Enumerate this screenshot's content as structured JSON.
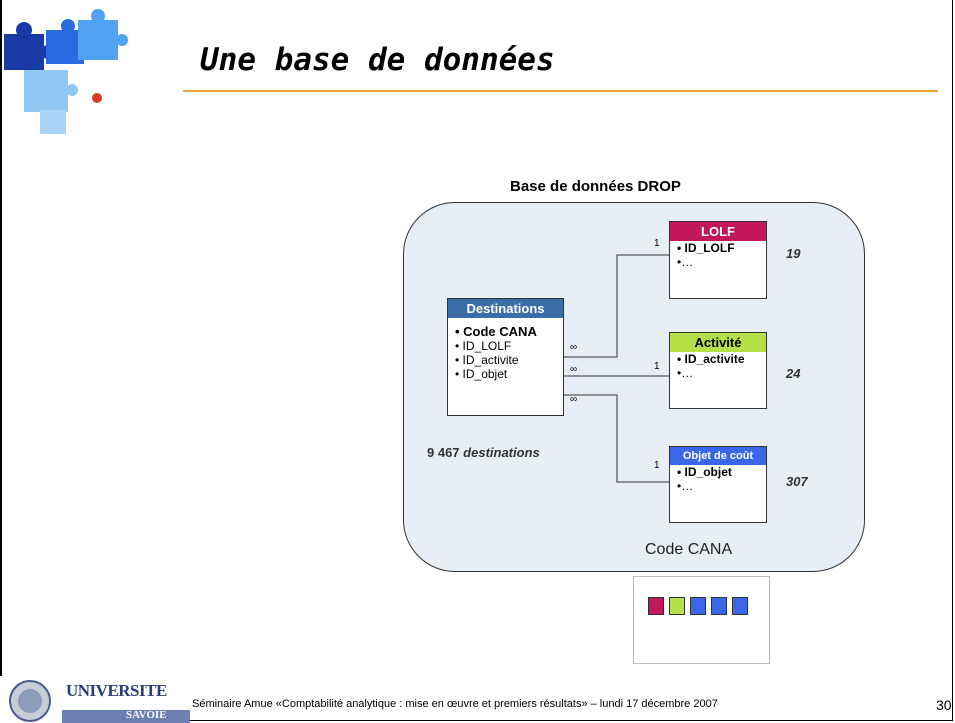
{
  "slide": {
    "title": "Une base de données"
  },
  "diagram": {
    "db_title": "Base de données DROP",
    "destinations": {
      "header": "Destinations",
      "header_color": "#3b6ea8",
      "attr_key": "• Code CANA",
      "attr_1": "• ID_LOLF",
      "attr_2": "• ID_activite",
      "attr_3": "• ID_objet"
    },
    "lolf": {
      "header": "LOLF",
      "header_color": "#c2185b",
      "attr_key": "• ID_LOLF",
      "attr_more": "•…",
      "count": "19",
      "card_one": "1",
      "card_many": "∞"
    },
    "activite": {
      "header": "Activité",
      "header_color": "#b5e048",
      "attr_key": "• ID_activite",
      "attr_more": "•…",
      "count": "24",
      "card_one": "1",
      "card_many": "∞"
    },
    "objet": {
      "header": "Objet de coût",
      "header_color": "#3a67e8",
      "attr_key": "• ID_objet",
      "attr_more": "•…",
      "count": "307",
      "card_one": "1",
      "card_many": "∞"
    },
    "dest_count_number": "9 467",
    "dest_count_word": "destinations",
    "code_label": "Code CANA",
    "code_key_colors": [
      "#c2185b",
      "#b5e048",
      "#3a67e8",
      "#3a67e8",
      "#3a67e8"
    ]
  },
  "footer": {
    "logo_text": "UNIVERSITE",
    "logo_sub": "SAVOIE",
    "text": "Séminaire Amue «Comptabilité analytique : mise en œuvre et premiers résultats» – lundi 17 décembre 2007",
    "page": "30"
  }
}
